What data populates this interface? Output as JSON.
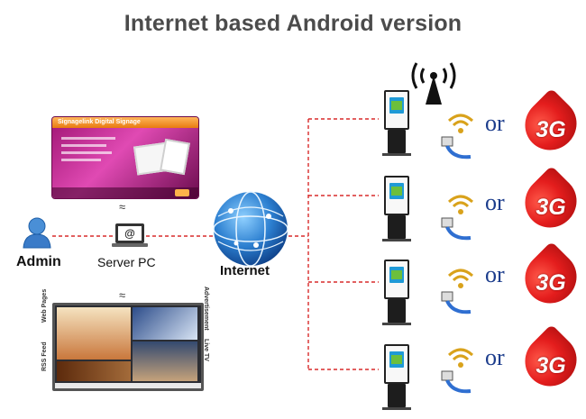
{
  "title": "Internet based Android version",
  "nodes": {
    "admin": "Admin",
    "server_pc": "Server PC",
    "internet": "Internet"
  },
  "software_window": {
    "title": "Signagelink Digital Signage"
  },
  "monitor_labels": {
    "web_pages": "Web Pages",
    "advertisement": "Advertisement",
    "rss_feed": "RSS Feed",
    "live_tv": "Live TV"
  },
  "connection_rows": [
    {
      "or": "or",
      "badge": "3G"
    },
    {
      "or": "or",
      "badge": "3G"
    },
    {
      "or": "or",
      "badge": "3G"
    },
    {
      "or": "or",
      "badge": "3G"
    }
  ],
  "server_icon_text": "@",
  "chevron": "≈",
  "colors": {
    "link": "#d92b2b",
    "or_text": "#1b3c8c",
    "badge": "#e41d1d",
    "wifi": "#d9a21b",
    "cable": "#2f6fd1"
  },
  "icons": [
    "antenna-icon",
    "admin-user-icon",
    "server-pc-icon",
    "globe-icon",
    "wifi-icon",
    "cable-plug-icon",
    "kiosk-icon",
    "3g-badge-icon"
  ]
}
